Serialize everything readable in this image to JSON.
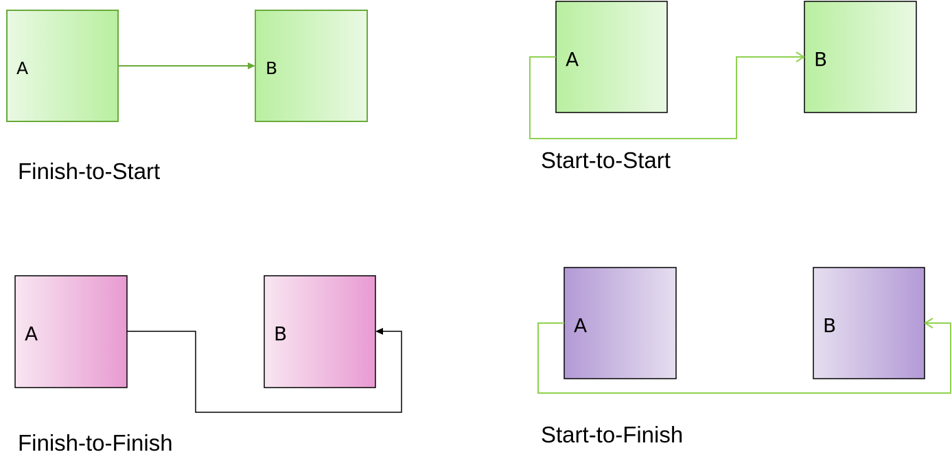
{
  "diagrams": [
    {
      "caption": "Finish-to-Start",
      "a": "A",
      "b": "B"
    },
    {
      "caption": "Start-to-Start",
      "a": "A",
      "b": "B"
    },
    {
      "caption": "Finish-to-Finish",
      "a": "A",
      "b": "B"
    },
    {
      "caption": "Start-to-Finish",
      "a": "A",
      "b": "B"
    }
  ],
  "colors": {
    "green_border": "#6aaa3a",
    "green_dark": "#b9efa0",
    "green_light": "#e9f9e3",
    "light_green_line": "#8fd14f",
    "pink_dark": "#e89ad2",
    "pink_light": "#f8e6f1",
    "purple_dark": "#b39ad6",
    "purple_light": "#e5deef"
  }
}
